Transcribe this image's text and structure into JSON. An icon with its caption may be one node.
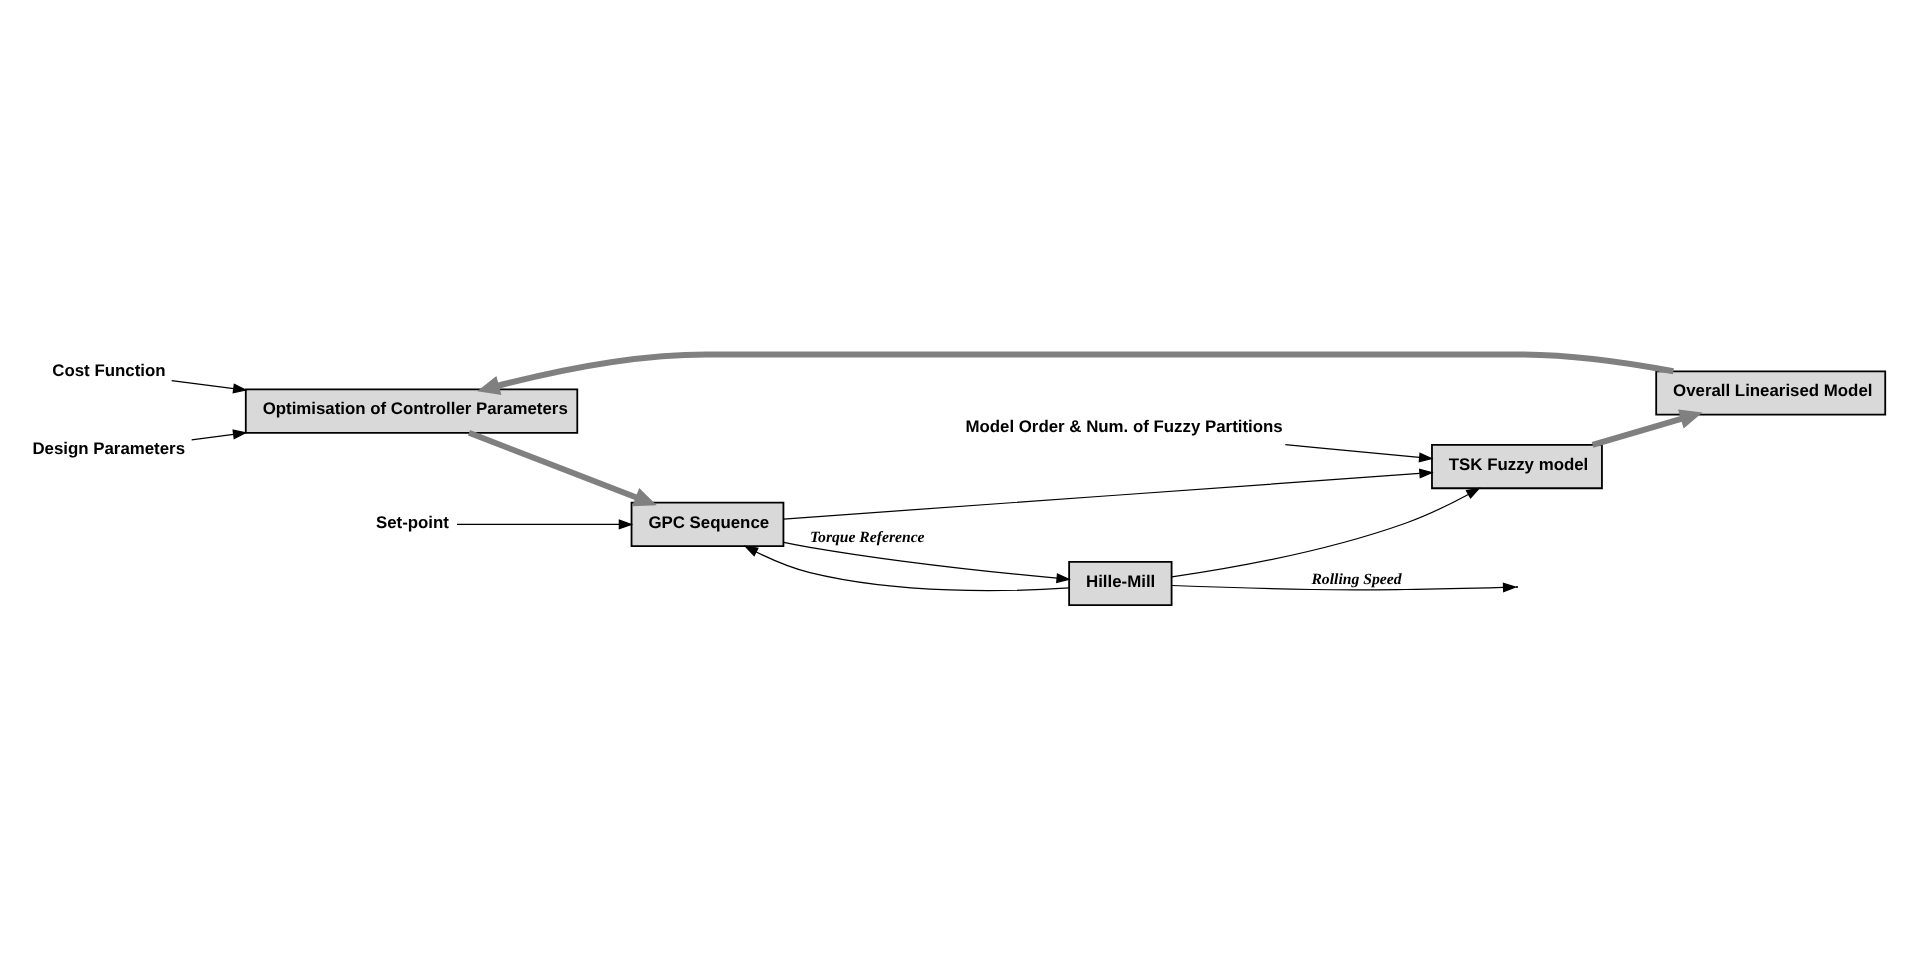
{
  "diagram": {
    "nodes": [
      {
        "text": [
          "Cost Function"
        ]
      },
      {
        "text": [
          "Design Parameters"
        ]
      },
      {
        "text": [
          "Optimisation of Controller Parameters"
        ]
      },
      {
        "text": [
          "Overall Linearised Model"
        ]
      },
      {
        "text": [
          "TSK Fuzzy model"
        ]
      },
      {
        "text": [
          "Model Order & Num. of Fuzzy Partitions"
        ]
      },
      {
        "text": [
          "Set-point"
        ]
      },
      {
        "text": [
          "GPC Sequence"
        ]
      },
      {
        "text": [
          "Hille-Mill"
        ]
      }
    ],
    "edges": [
      {
        "from": 0,
        "to": 2,
        "arrow": "to"
      },
      {
        "from": 1,
        "to": 2,
        "arrow": "to"
      },
      {
        "from": 3,
        "to": 2,
        "arrow": "to",
        "style": "thick",
        "color": "#808080"
      },
      {
        "from": 2,
        "to": 7,
        "arrow": "to",
        "style": "thick",
        "color": "#808080"
      },
      {
        "from": 4,
        "to": 3,
        "arrow": "to",
        "style": "thick",
        "color": "#808080"
      },
      {
        "from": 5,
        "to": 4,
        "arrow": "to"
      },
      {
        "from": 6,
        "to": 7,
        "arrow": "to"
      },
      {
        "from": 7,
        "to": 8,
        "arrow": "to",
        "label": "Torque Reference"
      },
      {
        "from": 7,
        "to": 4,
        "arrow": "to"
      },
      {
        "from": 8,
        "to": null,
        "arrow": "to",
        "label": "Rolling Speed"
      },
      {
        "from": 8,
        "to": 4,
        "arrow": "to"
      },
      {
        "from": 8,
        "to": 7,
        "arrow": "to"
      }
    ]
  }
}
